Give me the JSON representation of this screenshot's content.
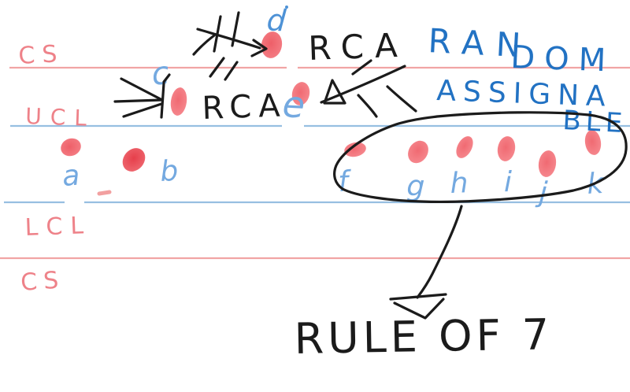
{
  "colors": {
    "ruled_line_red": "#f09c9c",
    "ruled_line_blue": "#8cb9de",
    "pink_label_text": "#ee8289",
    "light_blue_letter": "#74a9e0",
    "medium_blue_letter": "#4e92d6",
    "deep_blue_text": "#2272c3",
    "ink_black": "#1b1b1b",
    "dot_salmon": "#f3747b",
    "dot_red": "#e63f4b"
  },
  "chart": {
    "kind": "hand-drawn-control-chart",
    "zones": [
      {
        "label": "CS",
        "line_color": "#f09c9c"
      },
      {
        "label": "UCL",
        "line_color": "#8cb9de"
      },
      {
        "label": "LCL",
        "line_color": "#8cb9de"
      },
      {
        "label": "CS",
        "line_color": "#f09c9c"
      }
    ],
    "points": [
      {
        "label": "a"
      },
      {
        "label": "b"
      },
      {
        "label": "c"
      },
      {
        "label": "d"
      },
      {
        "label": "e"
      },
      {
        "label": "f"
      },
      {
        "label": "g"
      },
      {
        "label": "h"
      },
      {
        "label": "i"
      },
      {
        "label": "j"
      },
      {
        "label": "k"
      }
    ]
  },
  "annotations": {
    "rca_upper": "RCA",
    "rca_middle": "RCA",
    "random_part1": "RAN",
    "random_part2": "DOM",
    "assignable_part1": "ASSIGNA",
    "assignable_part2": "BLE",
    "rule_of_seven": "RULE OF 7"
  },
  "shapes": {
    "fishbone_upper": "fishbone-arrow",
    "fishbone_middle": "fishbone-arrow",
    "fishbone_right": "fishbone-arrow",
    "cluster_oval": "freehand-circle",
    "rule_arrow": "curved-down-arrow"
  }
}
